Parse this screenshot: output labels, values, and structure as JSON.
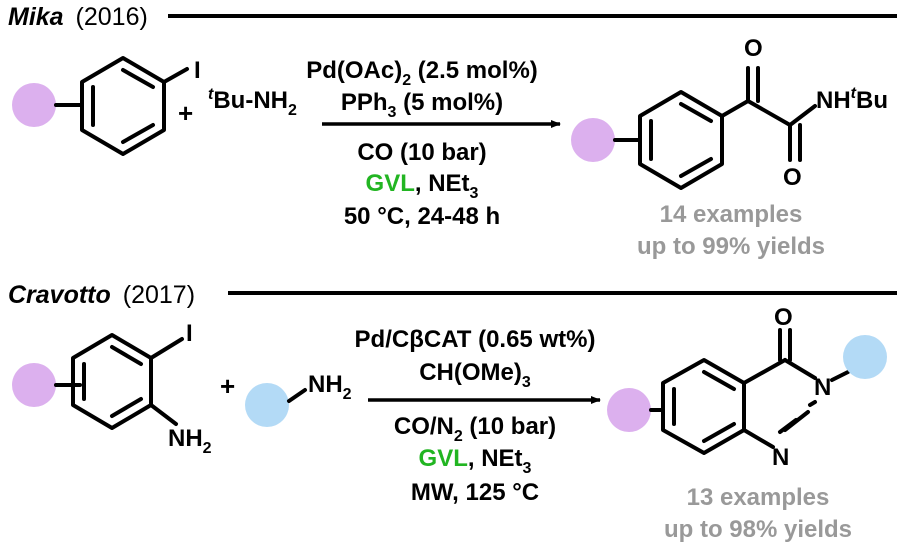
{
  "colors": {
    "substituent_purple": "#dcb0ee",
    "amine_blue": "#b3daf6",
    "solvent_green": "#22b522",
    "stats_gray": "#999999"
  },
  "sections": {
    "mika": {
      "author": "Mika",
      "year": "(2016)",
      "reactant_atom_iodine": "I",
      "plus": "+",
      "amine_prefix": "t",
      "amine_main": "Bu-NH",
      "amine_sub": "2",
      "conditions": {
        "line1_a": "Pd(OAc)",
        "line1_sub": "2",
        "line1_b": " (2.5 mol%)",
        "line2_a": "PPh",
        "line2_sub": "3",
        "line2_b": " (5 mol%)",
        "line3": "CO (10 bar)",
        "line4_green": "GVL",
        "line4_rest_a": ", NEt",
        "line4_sub": "3",
        "line5": "50 °C, 24-48 h"
      },
      "product_atoms": {
        "o_top": "O",
        "o_bottom": "O",
        "nh": "NH",
        "nh_sup": "t",
        "bu": "Bu"
      },
      "examples": "14 examples",
      "yields": "up to 99% yields"
    },
    "cravotto": {
      "author": "Cravotto",
      "year": "(2017)",
      "reactant_atom_iodine": "I",
      "reactant_nh2_main": "NH",
      "reactant_nh2_sub": "2",
      "plus": "+",
      "amine_main": "NH",
      "amine_sub": "2",
      "conditions": {
        "line1": "Pd/CβCAT (0.65 wt%)",
        "line2_a": "CH(OMe)",
        "line2_sub": "3",
        "line3_a": "CO/N",
        "line3_sub": "2",
        "line3_b": " (10 bar)",
        "line4_green": "GVL",
        "line4_rest_a": ", NEt",
        "line4_sub": "3",
        "line5": "MW, 125 °C"
      },
      "product_atoms": {
        "o": "O",
        "n_ring": "N",
        "n_bottom": "N"
      },
      "examples": "13 examples",
      "yields": "up to 98% yields"
    }
  }
}
